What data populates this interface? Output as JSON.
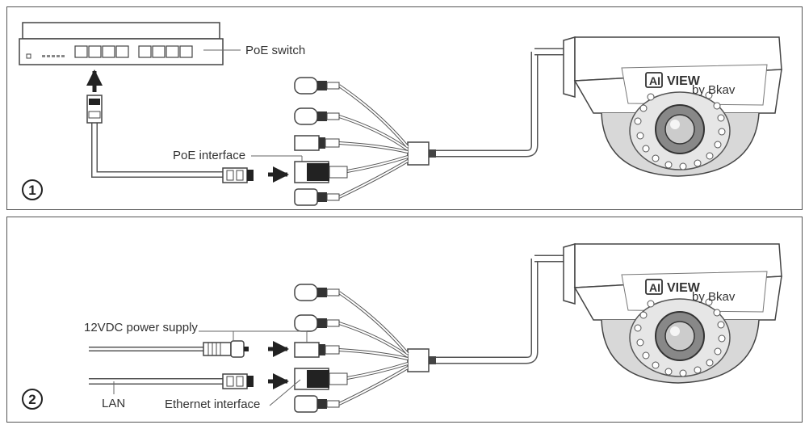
{
  "panels": [
    {
      "step": "1",
      "labels": {
        "switch": "PoE switch",
        "interface": "PoE interface"
      }
    },
    {
      "step": "2",
      "labels": {
        "power": "12VDC power supply",
        "lan": "LAN",
        "ethernet": "Ethernet interface"
      }
    }
  ],
  "brand": {
    "logo_box": "AI",
    "logo_text": "VIEW",
    "byline": "by Bkav"
  }
}
